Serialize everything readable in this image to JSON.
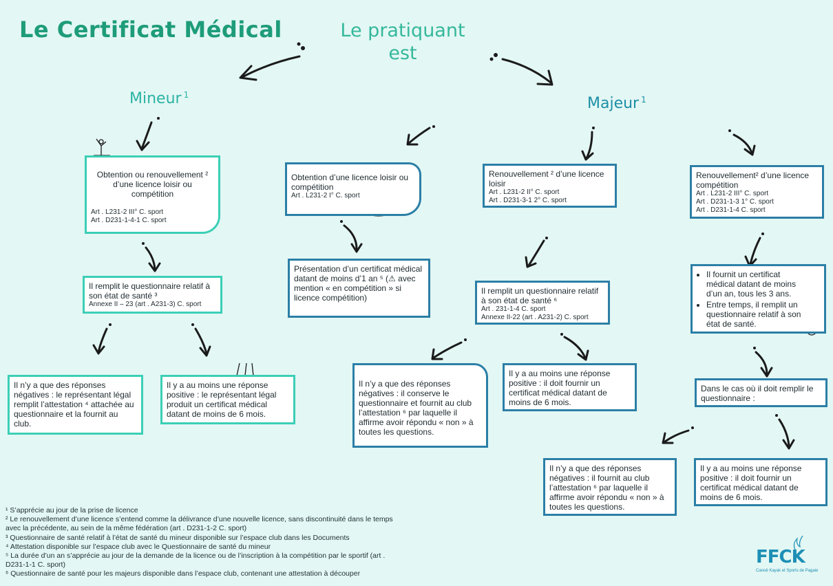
{
  "title": "Le Certificat Médical",
  "center_title_lines": [
    "Le pratiquant",
    "est"
  ],
  "mineur": {
    "label": "Mineur",
    "note": "1"
  },
  "majeur": {
    "label": "Majeur",
    "note": "1"
  },
  "boxes": {
    "m1": {
      "text": "Obtention ou renouvellement ² d’une licence loisir ou compétition",
      "refs": [
        "Art . L231-2 III° C. sport",
        "Art . D231-1-4-1 C. sport"
      ]
    },
    "m2": {
      "text": "Il remplit le questionnaire relatif à son état de santé ³",
      "refs": [
        "Annexe II – 23 (art . A231-3) C. sport"
      ]
    },
    "m3": {
      "text": "Il n’y a que des réponses négatives : le représentant légal remplit l’attestation ⁴ attachée au questionnaire et la fournit au club."
    },
    "m4": {
      "text": "Il y a au moins une réponse positive : le représentant légal produit un certificat médical datant de moins de 6 mois."
    },
    "c1": {
      "text": "Obtention d’une licence loisir ou compétition",
      "refs": [
        "Art . L231-2 I° C. sport"
      ]
    },
    "c2": {
      "text": "Présentation d’un certificat médical datant de moins d’1 an ⁵ (⚠ avec mention « en compétition » si licence compétition)"
    },
    "r1": {
      "text": "Renouvellement ² d’une licence loisir",
      "refs": [
        "Art . L231-2 II° C. sport",
        "Art . D231-3-1 2° C. sport"
      ]
    },
    "r2": {
      "text": "Il remplit un questionnaire relatif à son état de santé ⁶",
      "refs": [
        "Art . 231-1-4 C. sport",
        "Annexe II-22 (art . A231-2) C. sport"
      ]
    },
    "r3": {
      "text": "Il n’y a que des réponses négatives : il conserve le questionnaire et fournit au club l’attestation ⁶ par laquelle il affirme avoir répondu « non » à toutes les questions."
    },
    "r4": {
      "text": "Il y a au moins une réponse positive : il doit fournir un certificat médical datant de moins de 6 mois."
    },
    "f1": {
      "text": "Renouvellement² d’une licence compétition",
      "refs": [
        "Art . L231-2 III° C. sport",
        "Art . D231-1-3 1° C. sport",
        "Art . D231-1-4 C. sport"
      ]
    },
    "f2": {
      "items": [
        "Il fournit un certificat médical datant de moins d’un an, tous les 3 ans.",
        "Entre temps, il remplit un questionnaire relatif à son état de santé."
      ]
    },
    "f3": {
      "text": "Dans le cas où il doit remplir le questionnaire :"
    },
    "f4": {
      "text": "Il n’y a que des réponses négatives : il fournit au club l’attestation ⁶ par laquelle il affirme avoir répondu « non » à toutes les questions."
    },
    "f5": {
      "text": "Il y a au moins une réponse positive : il doit fournir un certificat médical datant de moins de 6 mois."
    }
  },
  "footnotes": [
    "¹ S’apprécie au jour de la prise de licence",
    "² Le renouvellement d’une licence s’entend comme la délivrance d’une nouvelle licence, sans discontinuité dans le temps avec la précédente, au sein de la même fédération (art . D231-1-2 C. sport)",
    "³ Questionnaire de santé relatif à l’état de santé du mineur disponible sur l’espace club dans les Documents",
    "⁴ Attestation disponible sur l’espace club avec le Questionnaire de santé du mineur",
    "⁵ La durée d’un an s’apprécie au jour de la demande de la licence ou de l’inscription à la compétition par le sportif (art . D231-1-1 C. sport)",
    "⁶ Questionnaire de santé pour les majeurs disponible dans l’espace club, contenant une attestation à découper"
  ],
  "logo": {
    "text": "FFCK",
    "subtitle": "Canoë Kayak et Sports de Pagaie"
  },
  "colors": {
    "title": "#1e9c7a",
    "teal": "#3bcfb6",
    "blue": "#2b7fa6",
    "background": "#e3f7f4"
  }
}
